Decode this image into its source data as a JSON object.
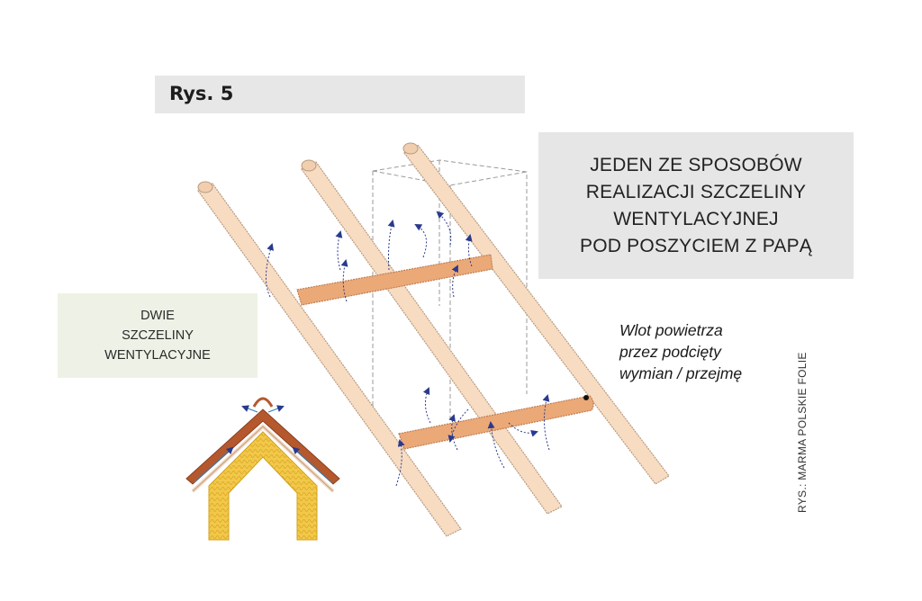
{
  "figure_label": "Rys. 5",
  "title_lines": [
    "JEDEN ZE SPOSOBÓW",
    "REALIZACJI SZCZELINY",
    "WENTYLACYJNEJ",
    "POD POSZYCIEM Z PAPĄ"
  ],
  "gaps_lines": [
    "DWIE",
    "SZCZELINY",
    "WENTYLACYJNE"
  ],
  "inlet_lines": [
    "Wlot powietrza",
    "przez podcięty",
    "wymian / przejmę"
  ],
  "credit": "RYS.: MARMA POLSKIE FOLIE",
  "colors": {
    "rafter_fill": "#f7dcc2",
    "rafter_edge": "#b89a80",
    "trimmer_fill": "#eba978",
    "arrow": "#2a3a8c",
    "insulation": "#f2c84a",
    "roof_cover": "#b5582e",
    "label_bg_gray": "#e6e6e6",
    "label_bg_green": "#eef2e6"
  }
}
